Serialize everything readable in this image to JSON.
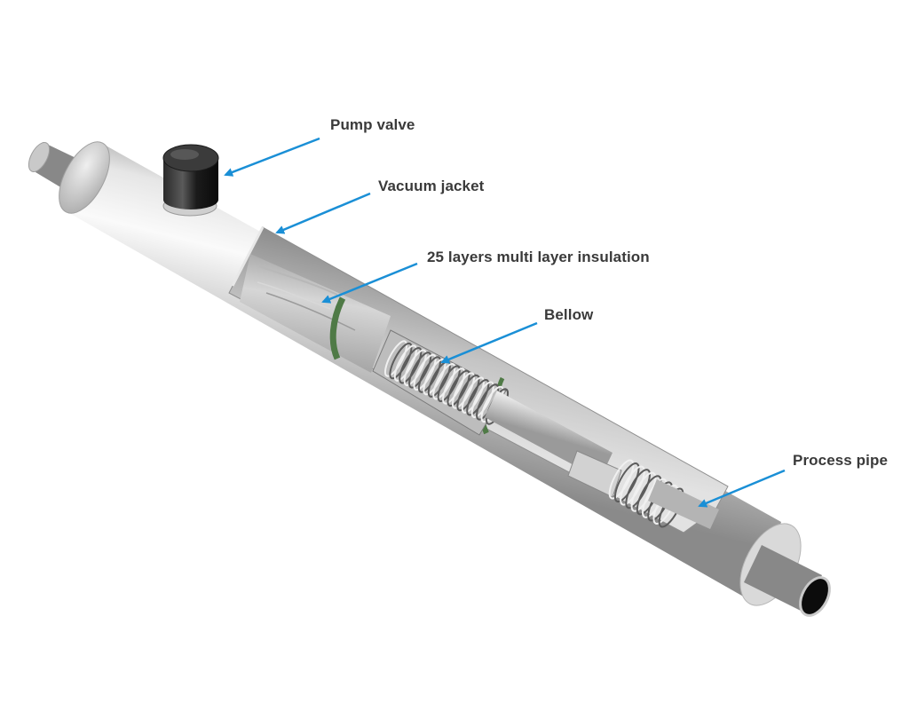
{
  "labels": {
    "pump_valve": "Pump valve",
    "vacuum_jacket": "Vacuum jacket",
    "insulation": "25 layers multi layer insulation",
    "bellow": "Bellow",
    "process_pipe": "Process pipe"
  },
  "colors": {
    "arrow": "#1a8fd6",
    "label_text": "#3a3a3a",
    "steel_light": "#f2f2f2",
    "steel_mid": "#c4c4c4",
    "steel_dark": "#7e7e7e",
    "valve_cap": "#161616",
    "insulation_ring": "#4f7a46"
  }
}
